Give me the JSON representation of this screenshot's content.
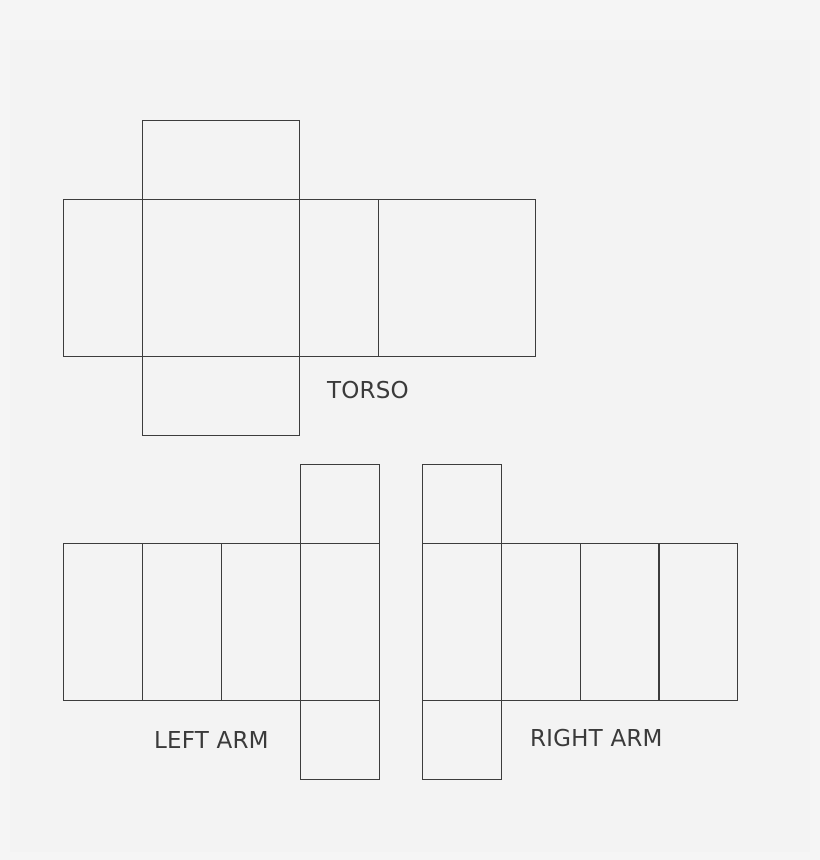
{
  "labels": {
    "torso": "TORSO",
    "left_arm": "LEFT ARM",
    "right_arm": "RIGHT ARM"
  },
  "colors": {
    "background": "#f5f5f5",
    "panel": "#f3f3f3",
    "line": "#3c3c3c",
    "text": "#3a3a3a"
  }
}
